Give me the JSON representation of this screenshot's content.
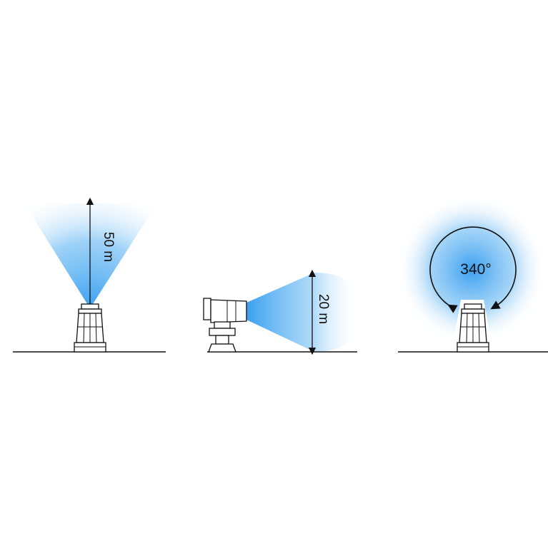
{
  "colors": {
    "beam": "#3aa0f0",
    "beam_fade": "#ffffff",
    "line": "#111111",
    "background": "#ffffff"
  },
  "panels": [
    {
      "id": "vertical",
      "label": "50 m",
      "icon": "upright-lamp-icon"
    },
    {
      "id": "horizontal",
      "label": "20 m",
      "icon": "searchlight-icon"
    },
    {
      "id": "rotation",
      "label": "340°",
      "icon": "upright-lamp-icon"
    }
  ]
}
